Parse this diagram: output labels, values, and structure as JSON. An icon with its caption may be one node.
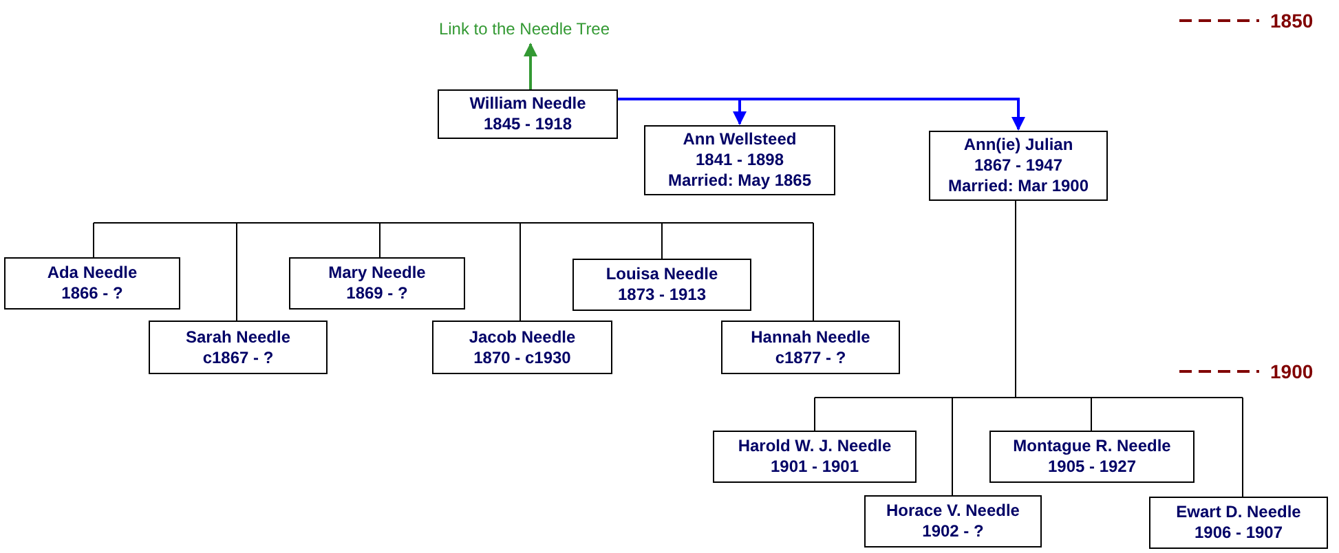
{
  "diagram": {
    "nodes": [
      {
        "text": [
          "Link to the Needle Tree"
        ]
      },
      {
        "text": [
          "William Needle",
          "1845 - 1918"
        ]
      },
      {
        "text": [
          "Ann Wellsteed",
          "1841 - 1898",
          "Married: May 1865"
        ]
      },
      {
        "text": [
          "Ann(ie) Julian",
          "1867 - 1947",
          "Married: Mar 1900"
        ]
      },
      {
        "text": [
          "Ada Needle",
          "1866  - ?"
        ]
      },
      {
        "text": [
          "Sarah Needle",
          "c1867 - ?"
        ]
      },
      {
        "text": [
          "Mary Needle",
          "1869 - ?"
        ]
      },
      {
        "text": [
          "Jacob Needle",
          "1870 - c1930"
        ]
      },
      {
        "text": [
          "Louisa Needle",
          "1873 - 1913"
        ]
      },
      {
        "text": [
          "Hannah Needle",
          "c1877 - ?"
        ]
      },
      {
        "text": [
          "Harold W. J. Needle",
          "1901 - 1901"
        ]
      },
      {
        "text": [
          "Horace V. Needle",
          "1902 - ?"
        ]
      },
      {
        "text": [
          "Montague R. Needle",
          "1905 - 1927"
        ]
      },
      {
        "text": [
          "Ewart D. Needle",
          "1906 - 1907"
        ]
      }
    ],
    "edges": [
      {
        "from": 1,
        "to": 0,
        "arrow": "to",
        "color": "#339933"
      },
      {
        "from": 1,
        "to": 2,
        "arrow": "to",
        "color": "#0000ff"
      },
      {
        "from": 1,
        "to": 3,
        "arrow": "to",
        "color": "#0000ff"
      },
      {
        "from": null,
        "to": 4,
        "arrow": "none"
      },
      {
        "from": null,
        "to": 5,
        "arrow": "none"
      },
      {
        "from": null,
        "to": 6,
        "arrow": "none"
      },
      {
        "from": null,
        "to": 7,
        "arrow": "none"
      },
      {
        "from": null,
        "to": 8,
        "arrow": "none"
      },
      {
        "from": null,
        "to": 9,
        "arrow": "none"
      },
      {
        "from": 3,
        "to": 10,
        "arrow": "none"
      },
      {
        "from": 3,
        "to": 11,
        "arrow": "none"
      },
      {
        "from": 3,
        "to": 12,
        "arrow": "none"
      },
      {
        "from": 3,
        "to": 13,
        "arrow": "none"
      }
    ],
    "labels": [
      "1850",
      "1900"
    ]
  }
}
